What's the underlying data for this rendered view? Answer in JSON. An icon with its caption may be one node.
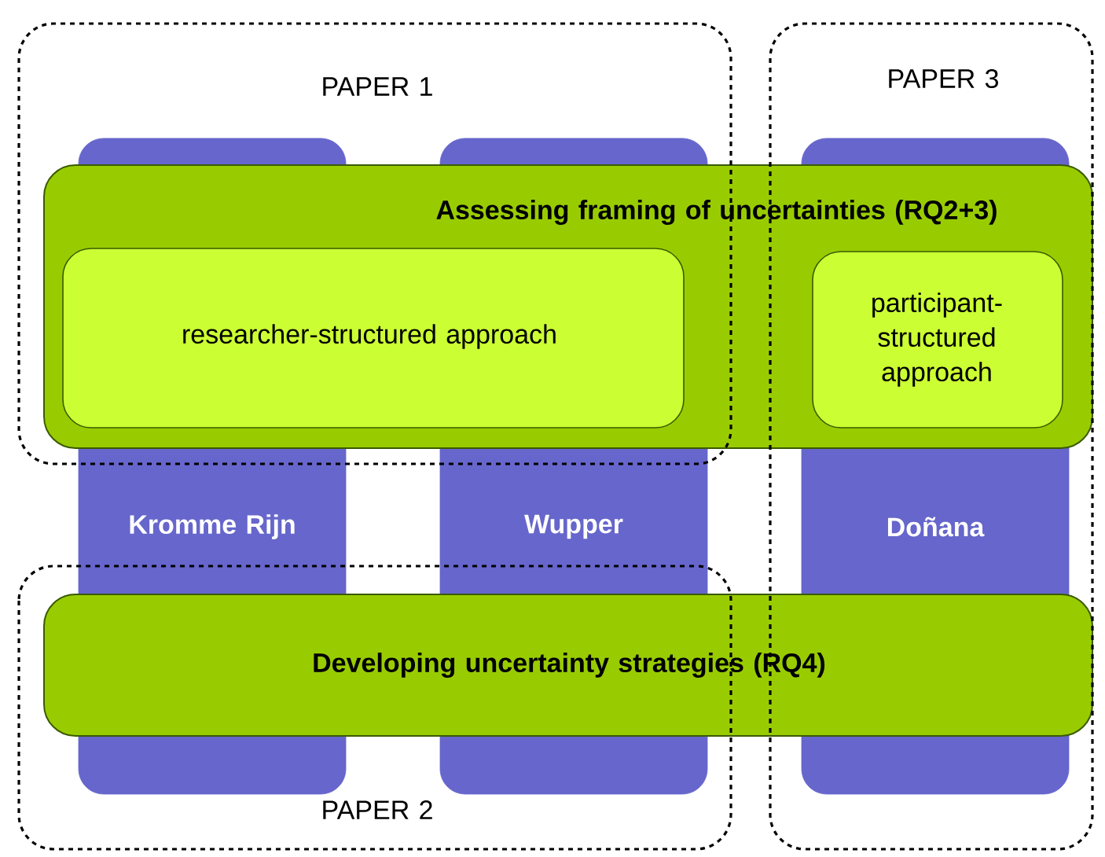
{
  "diagram": {
    "nodes": [
      {
        "text": [
          "PAPER 1"
        ]
      },
      {
        "text": [
          "PAPER 3"
        ]
      },
      {
        "text": [
          "Kromme Rijn"
        ]
      },
      {
        "text": [
          "Wupper"
        ]
      },
      {
        "text": [
          "Doñana"
        ],
        "in": 1
      },
      {
        "text": [
          "Assessing framing of uncertainties (RQ2+3)"
        ]
      },
      {
        "text": [
          "researcher-structured approach"
        ]
      },
      {
        "text": [
          "participant-structured approach"
        ]
      },
      {
        "text": [
          "Developing uncertainty strategies (RQ4)"
        ]
      },
      {
        "text": [
          "PAPER 2"
        ]
      }
    ]
  }
}
